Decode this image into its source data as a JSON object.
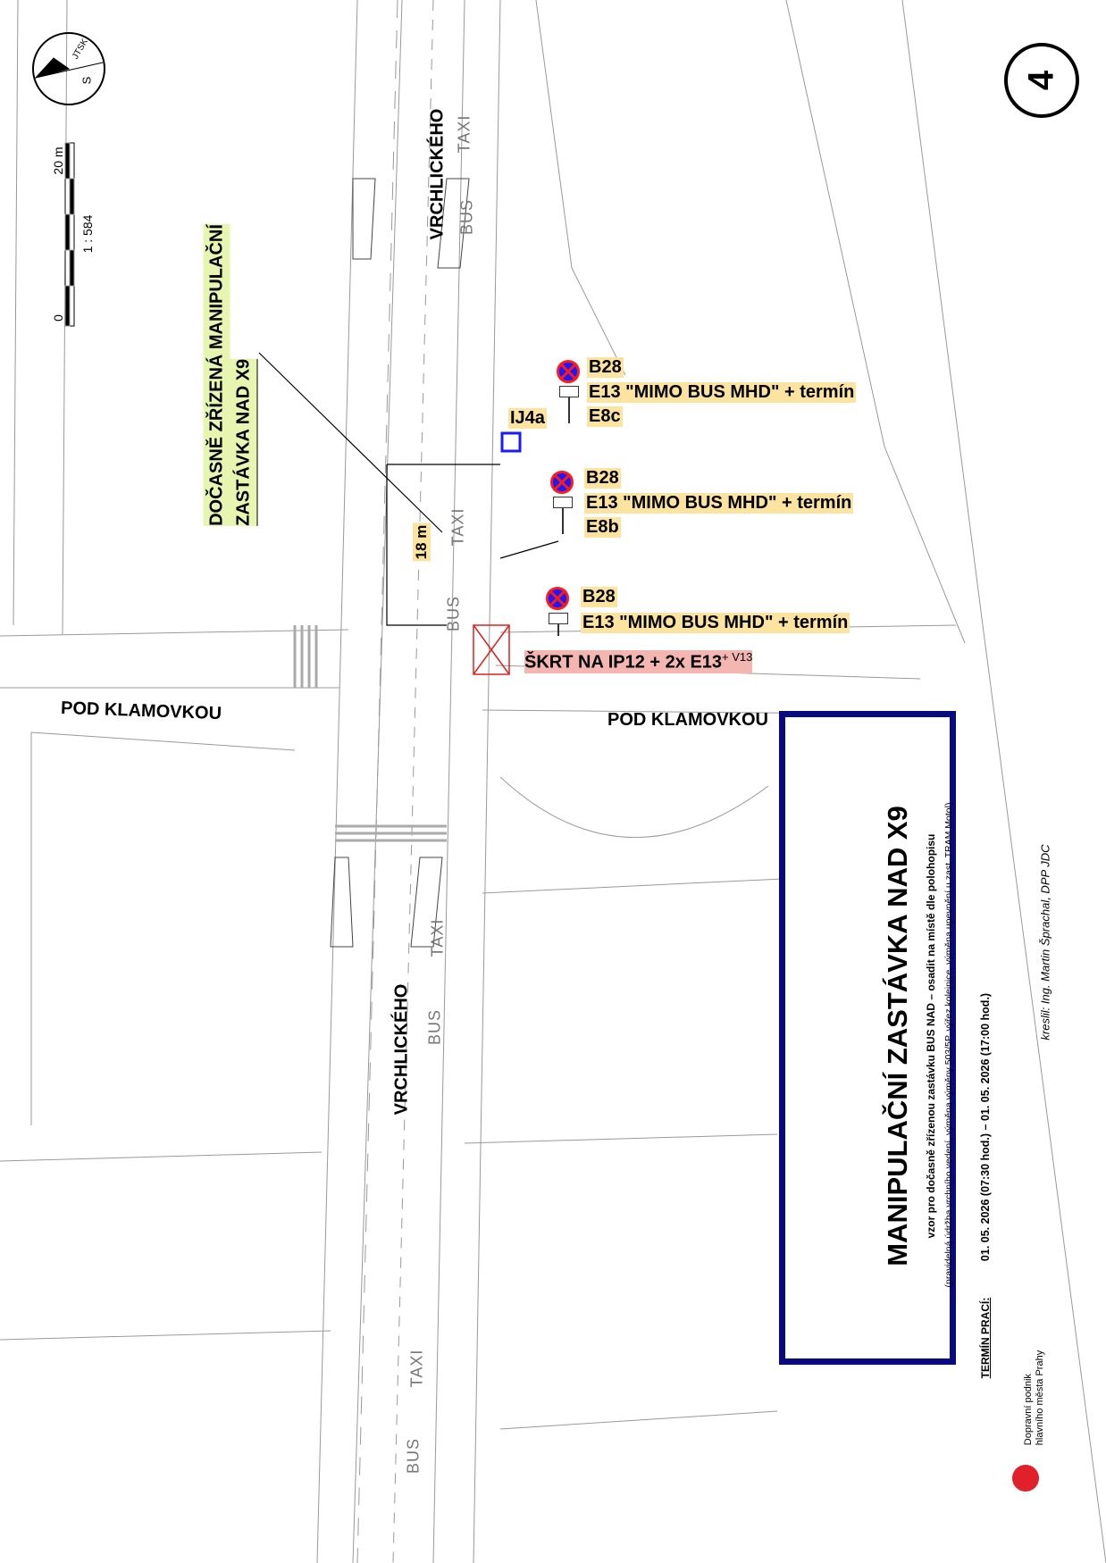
{
  "compass": {
    "north_label": "S",
    "system_label": "JTSK"
  },
  "scale": {
    "top_label": "20 m",
    "ratio_label": "1 : 584",
    "zero_label": "0"
  },
  "sheet_number": "4",
  "streets": {
    "vrchlickeho_top": "VRCHLICKÉHO",
    "vrchlickeho_bottom": "VRCHLICKÉHO",
    "pod_klamovkou_left": "POD KLAMOVKOU",
    "pod_klamovkou_right": "POD KLAMOVKOU"
  },
  "road_markings": {
    "taxi": "TAXI",
    "bus": "BUS"
  },
  "stop_label": {
    "line1": "DOČASNĚ ZŘÍZENÁ MANIPULAČNÍ",
    "line2": "ZASTÁVKA NAD X9",
    "highlight_color": "#e6f5b0"
  },
  "distance_label": "18 m",
  "sign_groups": [
    {
      "b28": "B28",
      "e13": "E13 \"MIMO BUS MHD\" + termín",
      "extra": "E8c"
    },
    {
      "b28": "B28",
      "e13": "E13 \"MIMO BUS MHD\" + termín",
      "extra": "E8b"
    },
    {
      "b28": "B28",
      "e13": "E13 \"MIMO BUS MHD\" + termín"
    }
  ],
  "ij4a_label": "IJ4a",
  "strike_note": {
    "main": "ŠKRT NA IP12 + 2x E13",
    "suffix": "+ V13",
    "color": "#f4b6b0"
  },
  "title_block": {
    "title": "MANIPULAČNÍ ZASTÁVKA NAD X9",
    "subtitle": "vzor pro dočasně zřízenou zastávku BUS NAD – osadit na místě dle polohopisu",
    "note": "(pravidelná údržba vrchního vedení, výměna výměny 503/5P, výřez kolejnice, výměna upevnění u zast. TRAM Motol)",
    "term_label": "TERMÍN PRACÍ:",
    "term_value": "01. 05. 2026 (07:30 hod.) – 01. 05. 2026 (17:00 hod.)",
    "author": "kreslil: Ing. Martin Šprachal, DPP JDC",
    "logo_line1": "Dopravní podnik",
    "logo_line2": "hlavního města Prahy",
    "border_color": "#0a0a80"
  },
  "colors": {
    "sign_blue": "#1a1aff",
    "sign_red": "#ff1a1a",
    "label_highlight": "#fde3a0"
  }
}
